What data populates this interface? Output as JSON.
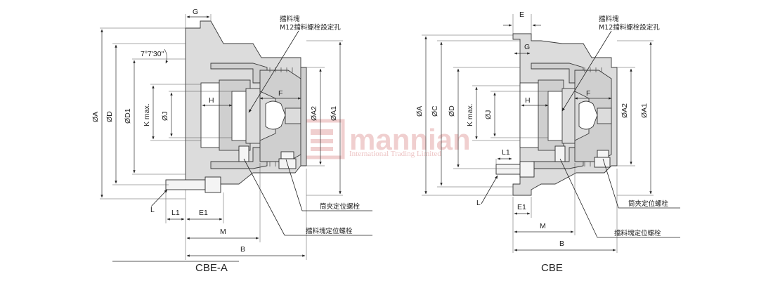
{
  "watermark": {
    "brand": "mannian",
    "subtitle": "International Trading Limited",
    "color": "#e5a8a8"
  },
  "drawings": [
    {
      "title": "CBE-A",
      "labels": {
        "G": "G",
        "angle": "7°7'30\"",
        "A": "ØA",
        "D": "ØD",
        "D1": "ØD1",
        "K": "K max.",
        "J": "ØJ",
        "H": "H",
        "F": "F",
        "A2": "ØA2",
        "A1": "ØA1",
        "L": "L",
        "L1": "L1",
        "E1": "E1",
        "M": "M",
        "B": "B"
      },
      "callouts": {
        "block": "擋料塊",
        "bolt_hole": "M12擋料螺栓設定孔",
        "clamp_bolt": "筒夾定位螺栓",
        "block_bolt": "擋料塊定位螺栓"
      }
    },
    {
      "title": "CBE",
      "labels": {
        "E": "E",
        "G": "G",
        "A": "ØA",
        "C": "ØC",
        "D": "ØD",
        "K": "K max.",
        "J": "ØJ",
        "H": "H",
        "F": "F",
        "A2": "ØA2",
        "A1": "ØA1",
        "L": "L",
        "L1": "L1",
        "E1": "E1",
        "M": "M",
        "B": "B"
      },
      "callouts": {
        "block": "擋料塊",
        "bolt_hole": "M12擋料螺栓設定孔",
        "clamp_bolt": "筒夾定位螺栓",
        "block_bolt": "擋料塊定位螺栓"
      }
    }
  ]
}
